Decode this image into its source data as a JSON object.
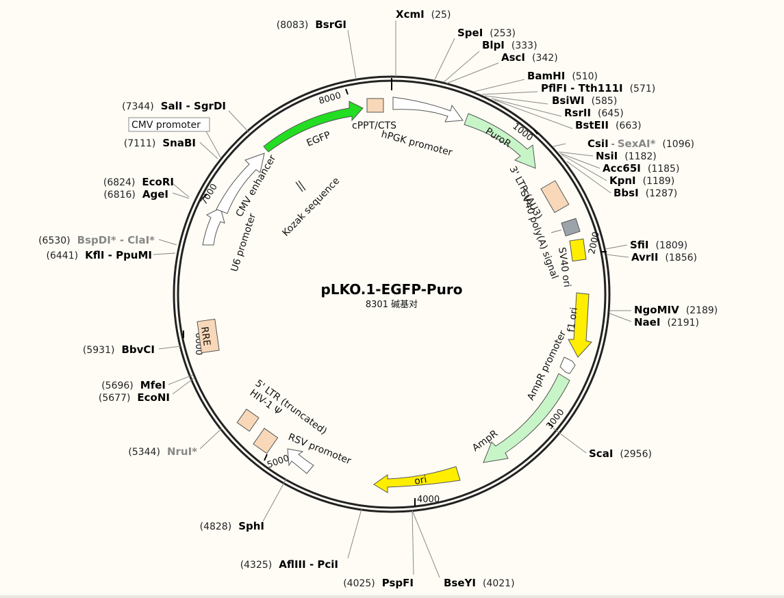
{
  "plasmid": {
    "name": "pLKO.1-EGFP-Puro",
    "length_label": "8301 碱基对",
    "length": 8301
  },
  "ticks": [
    "1000",
    "2000",
    "3000",
    "4000",
    "5000",
    "6000",
    "7000",
    "8000"
  ],
  "features": [
    {
      "id": "egfp",
      "label": "EGFP",
      "type": "arrow",
      "color": "#22dd22"
    },
    {
      "id": "cppt",
      "label": "cPPT/CTS",
      "type": "box",
      "color": "#f8d8b8"
    },
    {
      "id": "hpgk",
      "label": "hPGK promoter",
      "type": "arrow",
      "color": "#ffffff"
    },
    {
      "id": "puror",
      "label": "PuroR",
      "type": "arrow",
      "color": "#c8f5c8"
    },
    {
      "id": "ltr3",
      "label": "3' LTR (ΔU3)",
      "type": "box",
      "color": "#f8d8b8"
    },
    {
      "id": "sv40pa",
      "label": "SV40 poly(A) signal",
      "type": "box",
      "color": "#9ca3aa"
    },
    {
      "id": "sv40ori",
      "label": "SV40 ori",
      "type": "box",
      "color": "#ffee00"
    },
    {
      "id": "f1ori",
      "label": "f1 ori",
      "type": "arrow",
      "color": "#ffee00"
    },
    {
      "id": "amprprom",
      "label": "AmpR promoter",
      "type": "arrow",
      "color": "#ffffff"
    },
    {
      "id": "ampr",
      "label": "AmpR",
      "type": "arrow",
      "color": "#c8f5c8"
    },
    {
      "id": "ori",
      "label": "ori",
      "type": "arrow",
      "color": "#ffee00"
    },
    {
      "id": "rsv",
      "label": "RSV promoter",
      "type": "arrow",
      "color": "#ffffff"
    },
    {
      "id": "ltr5",
      "label": "5' LTR (truncated)",
      "type": "box",
      "color": "#f8d8b8"
    },
    {
      "id": "psi",
      "label": "HIV-1 Ψ",
      "type": "box",
      "color": "#f8d8b8"
    },
    {
      "id": "rre",
      "label": "RRE",
      "type": "box",
      "color": "#f8d8b8"
    },
    {
      "id": "u6",
      "label": "U6 promoter",
      "type": "arrow",
      "color": "#ffffff"
    },
    {
      "id": "cmvenh",
      "label": "CMV enhancer",
      "type": "arrow",
      "color": "#ffffff"
    },
    {
      "id": "kozak",
      "label": "Kozak sequence",
      "type": "mark",
      "color": "#333333"
    }
  ],
  "sites": [
    {
      "name": "XcmI",
      "pos": "(25)"
    },
    {
      "name": "SpeI",
      "pos": "(253)"
    },
    {
      "name": "BlpI",
      "pos": "(333)"
    },
    {
      "name": "AscI",
      "pos": "(342)"
    },
    {
      "name": "BamHI",
      "pos": "(510)"
    },
    {
      "name": "PflFI - Tth111I",
      "pos": "(571)"
    },
    {
      "name": "BsiWI",
      "pos": "(585)"
    },
    {
      "name": "RsrII",
      "pos": "(645)"
    },
    {
      "name": "BstEII",
      "pos": "(663)"
    },
    {
      "name": "CsiI",
      "name2": "SexAI*",
      "pos": "(1096)"
    },
    {
      "name": "NsiI",
      "pos": "(1182)"
    },
    {
      "name": "Acc65I",
      "pos": "(1185)"
    },
    {
      "name": "KpnI",
      "pos": "(1189)"
    },
    {
      "name": "BbsI",
      "pos": "(1287)"
    },
    {
      "name": "SfiI",
      "pos": "(1809)"
    },
    {
      "name": "AvrII",
      "pos": "(1856)"
    },
    {
      "name": "NgoMIV",
      "pos": "(2189)"
    },
    {
      "name": "NaeI",
      "pos": "(2191)"
    },
    {
      "name": "ScaI",
      "pos": "(2956)"
    },
    {
      "name": "BseYI",
      "pos": "(4021)"
    },
    {
      "name": "PspFI",
      "pos": "(4025)"
    },
    {
      "name": "AflIII - PciI",
      "pos": "(4325)"
    },
    {
      "name": "SphI",
      "pos": "(4828)"
    },
    {
      "name": "NruI*",
      "pos": "(5344)"
    },
    {
      "name": "EcoNI",
      "pos": "(5677)"
    },
    {
      "name": "MfeI",
      "pos": "(5696)"
    },
    {
      "name": "BbvCI",
      "pos": "(5931)"
    },
    {
      "name": "KflI - PpuMI",
      "pos": "(6441)"
    },
    {
      "name": "BspDI* - ClaI*",
      "pos": "(6530)"
    },
    {
      "name": "AgeI",
      "pos": "(6816)"
    },
    {
      "name": "EcoRI",
      "pos": "(6824)"
    },
    {
      "name": "SnaBI",
      "pos": "(7111)"
    },
    {
      "name": "CMV promoter",
      "pos": ""
    },
    {
      "name": "SalI - SgrDI",
      "pos": "(7344)"
    },
    {
      "name": "BsrGI",
      "pos": "(8083)"
    }
  ]
}
